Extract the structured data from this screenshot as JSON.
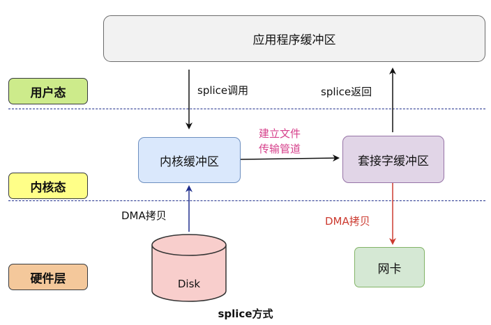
{
  "nodes": {
    "app_buffer": "应用程序缓冲区",
    "kernel_buffer": "内核缓冲区",
    "socket_buffer": "套接字缓冲区",
    "nic": "网卡",
    "disk": "Disk"
  },
  "layers": {
    "user": "用户态",
    "kernel": "内核态",
    "hardware": "硬件层"
  },
  "edges": {
    "splice_call": "splice调用",
    "splice_return": "splice返回",
    "pipe_line1": "建立文件",
    "pipe_line2": "传输管道",
    "dma_copy_in": "DMA拷贝",
    "dma_copy_out": "DMA拷贝"
  },
  "caption": "splice方式",
  "colors": {
    "user_layer": "#cdeb8b",
    "kernel_layer": "#ffff88",
    "hardware_layer": "#f4c89b",
    "kernel_buffer": "#dae8fc",
    "socket_buffer": "#e1d5e7",
    "nic": "#d5e8d4",
    "disk": "#f8cecc",
    "pipe_text": "#d6408b",
    "dma_out_text": "#cc3a2f",
    "dma_in_arrow": "#1f2e8c"
  }
}
